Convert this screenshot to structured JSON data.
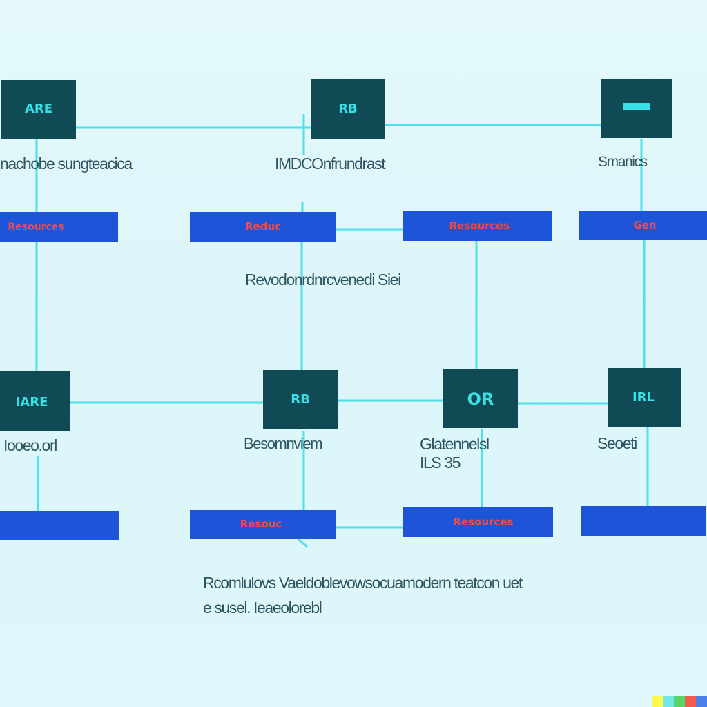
{
  "colors": {
    "background": "#def6fa",
    "node": "#0f4a55",
    "node_text": "#36e0e6",
    "bar": "#1e55d8",
    "bar_text": "#f04a4a",
    "line": "#4ee0e8",
    "label": "#2f5560"
  },
  "nodes": {
    "n1": "ARE",
    "n2": "RB",
    "n3": "",
    "n4": "IARE",
    "n5": "RB",
    "n6": "OR",
    "n7": "IRL"
  },
  "bars": {
    "b1": "Resources",
    "b2": "Reduc",
    "b3": "Resources",
    "b4": "Gen",
    "b5": "",
    "b6": "Resouc",
    "b7": "Resources",
    "b8": ""
  },
  "labels": {
    "top_left": "nachobe sungteacica",
    "top_center": "IMDCOnfrundrast",
    "top_right": "Smanics",
    "middle": "Revodonrdnrcvenedi Siei",
    "bottom_left": "Iooeo.orl",
    "bottom_center": "Besomnviem",
    "bottom_right_1": "Glatennelsl",
    "bottom_right_2": "ILS 35",
    "bottom_far_right": "Seoeti",
    "footer_1": "Rcomlulovs Vaeldoblevowsocuamodern teatcon uet",
    "footer_2": "e susel. Ieaeolorebl"
  }
}
